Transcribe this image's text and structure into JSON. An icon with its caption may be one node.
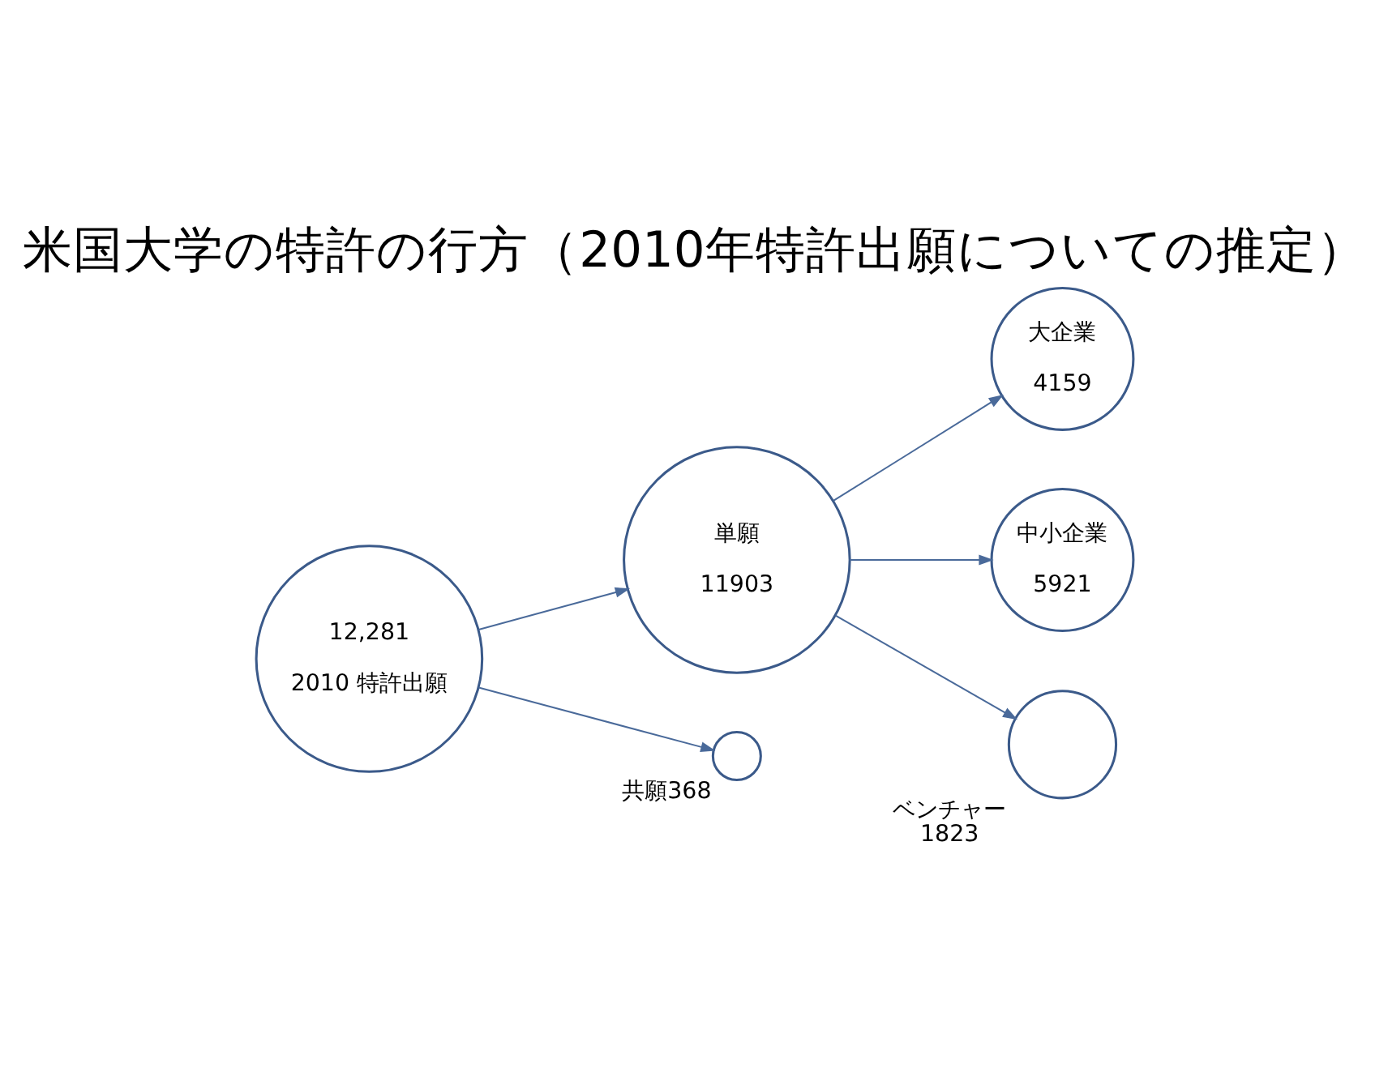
{
  "diagram": {
    "title": "米国大学の特許の行方（2010年特許出願についての推定）",
    "nodes": [
      {
        "text": [
          "12,281",
          "2010 特許出願"
        ]
      },
      {
        "text": [
          "単願",
          "11903"
        ]
      },
      {
        "text": [
          "大企業",
          "4159"
        ]
      },
      {
        "text": [
          "中小企業",
          "5921"
        ]
      },
      {
        "text": [],
        "shape": "circle",
        "beside": [
          "ベンチャー",
          "1823"
        ]
      },
      {
        "text": [],
        "shape": "circle",
        "beside": [
          "共願368"
        ]
      }
    ],
    "edges": [
      {
        "from": 0,
        "to": 1,
        "arrow": "to"
      },
      {
        "from": 1,
        "to": 2,
        "arrow": "to"
      },
      {
        "from": 1,
        "to": 3,
        "arrow": "to"
      },
      {
        "from": 1,
        "to": 4,
        "arrow": "to"
      },
      {
        "from": 0,
        "to": 5,
        "arrow": "to"
      }
    ]
  }
}
